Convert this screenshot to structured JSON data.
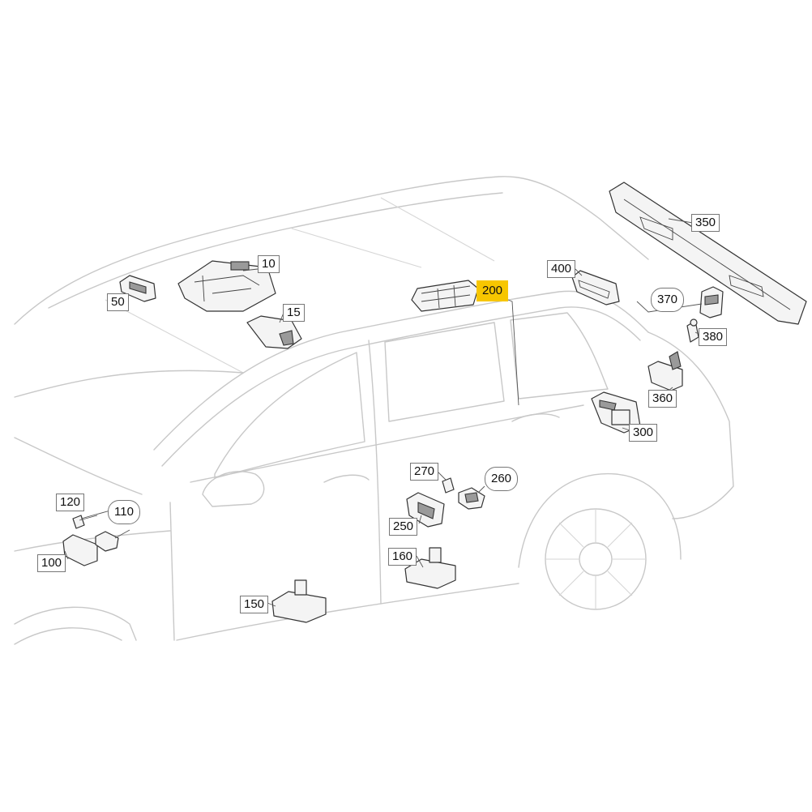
{
  "diagram": {
    "callouts": [
      {
        "id": "10",
        "label": "10",
        "shape": "box"
      },
      {
        "id": "15",
        "label": "15",
        "shape": "box"
      },
      {
        "id": "50",
        "label": "50",
        "shape": "box"
      },
      {
        "id": "100",
        "label": "100",
        "shape": "box"
      },
      {
        "id": "110",
        "label": "110",
        "shape": "round"
      },
      {
        "id": "120",
        "label": "120",
        "shape": "box"
      },
      {
        "id": "150",
        "label": "150",
        "shape": "box"
      },
      {
        "id": "160",
        "label": "160",
        "shape": "box"
      },
      {
        "id": "200",
        "label": "200",
        "shape": "box",
        "highlighted": true
      },
      {
        "id": "250",
        "label": "250",
        "shape": "box"
      },
      {
        "id": "260",
        "label": "260",
        "shape": "round"
      },
      {
        "id": "270",
        "label": "270",
        "shape": "box"
      },
      {
        "id": "300",
        "label": "300",
        "shape": "box"
      },
      {
        "id": "350",
        "label": "350",
        "shape": "box"
      },
      {
        "id": "360",
        "label": "360",
        "shape": "box"
      },
      {
        "id": "370",
        "label": "370",
        "shape": "round"
      },
      {
        "id": "380",
        "label": "380",
        "shape": "box"
      },
      {
        "id": "400",
        "label": "400",
        "shape": "box"
      }
    ],
    "highlight_color": "#f7c600",
    "outline_color": "#c8c8c8"
  }
}
